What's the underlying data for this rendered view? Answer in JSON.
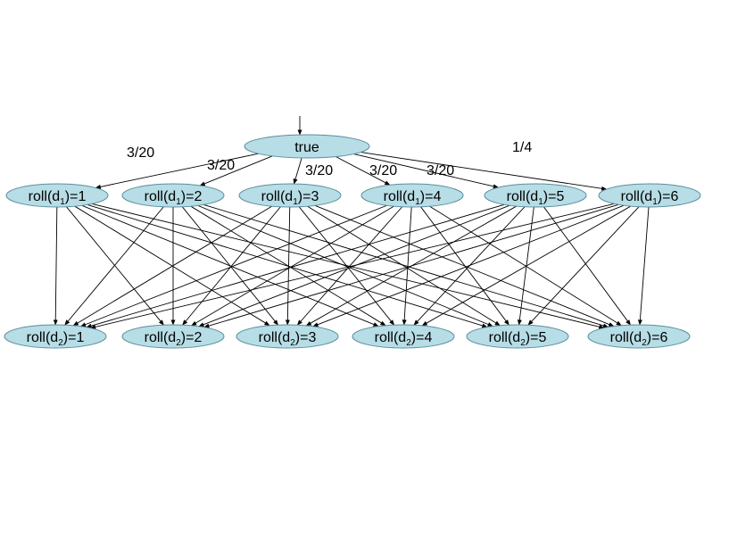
{
  "root": {
    "id": "root",
    "label": "true"
  },
  "level1": [
    {
      "id": "a1",
      "prefix": "roll(d",
      "sub": "1",
      "suffix": ")=1"
    },
    {
      "id": "a2",
      "prefix": "roll(d",
      "sub": "1",
      "suffix": ")=2"
    },
    {
      "id": "a3",
      "prefix": "roll(d",
      "sub": "1",
      "suffix": ")=3"
    },
    {
      "id": "a4",
      "prefix": "roll(d",
      "sub": "1",
      "suffix": ")=4"
    },
    {
      "id": "a5",
      "prefix": "roll(d",
      "sub": "1",
      "suffix": ")=5"
    },
    {
      "id": "a6",
      "prefix": "roll(d",
      "sub": "1",
      "suffix": ")=6"
    }
  ],
  "level2": [
    {
      "id": "b1",
      "prefix": "roll(d",
      "sub": "2",
      "suffix": ")=1"
    },
    {
      "id": "b2",
      "prefix": "roll(d",
      "sub": "2",
      "suffix": ")=2"
    },
    {
      "id": "b3",
      "prefix": "roll(d",
      "sub": "2",
      "suffix": ")=3"
    },
    {
      "id": "b4",
      "prefix": "roll(d",
      "sub": "2",
      "suffix": ")=4"
    },
    {
      "id": "b5",
      "prefix": "roll(d",
      "sub": "2",
      "suffix": ")=5"
    },
    {
      "id": "b6",
      "prefix": "roll(d",
      "sub": "2",
      "suffix": ")=6"
    }
  ],
  "root_edge_labels": [
    "3/20",
    "3/20",
    "3/20",
    "3/20",
    "3/20",
    "1/4"
  ],
  "connectivity": "every level-1 node has an arrow to every level-2 node"
}
